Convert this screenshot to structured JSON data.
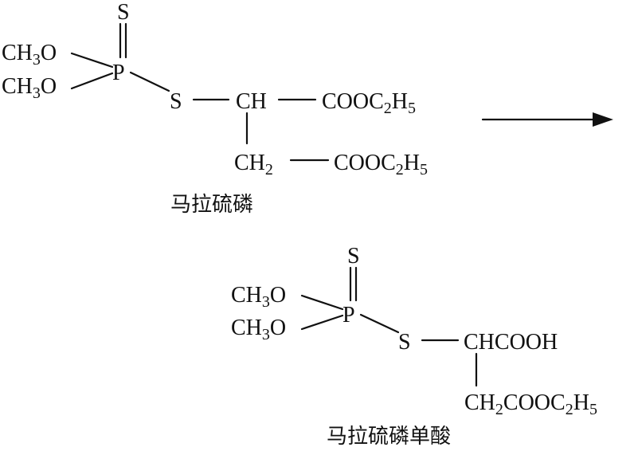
{
  "reactant": {
    "top_s": "S",
    "methoxy_1": "CH3O",
    "methoxy_2": "CH3O",
    "phosphorus": "P",
    "thio_s": "S",
    "ch": "CH",
    "ester_1": "COOC2H5",
    "ch2": "CH2",
    "ester_2": "COOC2H5",
    "caption": "马拉硫磷"
  },
  "product": {
    "top_s": "S",
    "methoxy_1": "CH3O",
    "methoxy_2": "CH3O",
    "phosphorus": "P",
    "thio_s": "S",
    "chcooh": "CHCOOH",
    "ch2_ester": "CH2COOC2H5",
    "caption": "马拉硫磷单酸"
  },
  "arrow": "reaction-arrow"
}
